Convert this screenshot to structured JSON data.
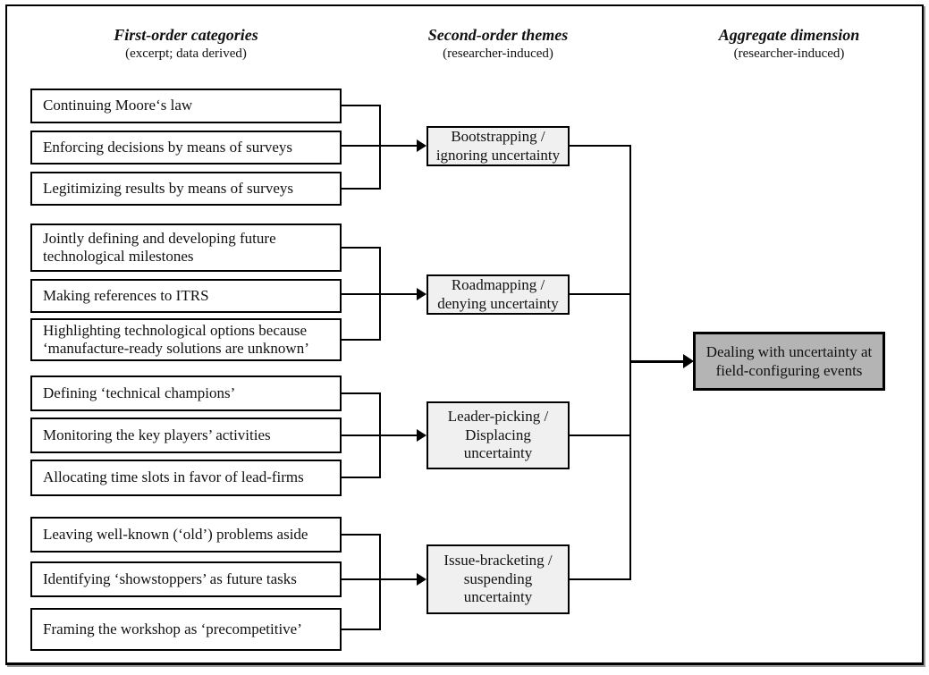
{
  "columns": [
    {
      "title": "First-order categories",
      "subtitle": "(excerpt; data derived)"
    },
    {
      "title": "Second-order themes",
      "subtitle": "(researcher-induced)"
    },
    {
      "title": "Aggregate dimension",
      "subtitle": "(researcher-induced)"
    }
  ],
  "groups": [
    {
      "categories": [
        "Continuing Moore‘s law",
        "Enforcing decisions by means of surveys",
        "Legitimizing results by means of surveys"
      ],
      "theme": "Bootstrapping /\nignoring uncertainty"
    },
    {
      "categories": [
        "Jointly defining and developing future technological milestones",
        "Making references to ITRS",
        "Highlighting technological options because ‘manufacture-ready solutions are unknown’"
      ],
      "theme": "Roadmapping /\ndenying uncertainty"
    },
    {
      "categories": [
        "Defining ‘technical champions’",
        "Monitoring the key players’ activities",
        "Allocating time slots in favor of lead-firms"
      ],
      "theme": "Leader-picking /\nDisplacing\nuncertainty"
    },
    {
      "categories": [
        "Leaving well-known (‘old’) problems aside",
        "Identifying ‘showstoppers’ as future tasks",
        "Framing the workshop as ‘precompetitive’"
      ],
      "theme": "Issue-bracketing /\nsuspending\nuncertainty"
    }
  ],
  "aggregate": {
    "label": "Dealing with uncertainty at\nfield-configuring events"
  },
  "colors": {
    "box_fill": "#ffffff",
    "theme_fill": "#f0f0f0",
    "aggregate_fill": "#b4b4b4",
    "line": "#000000"
  }
}
